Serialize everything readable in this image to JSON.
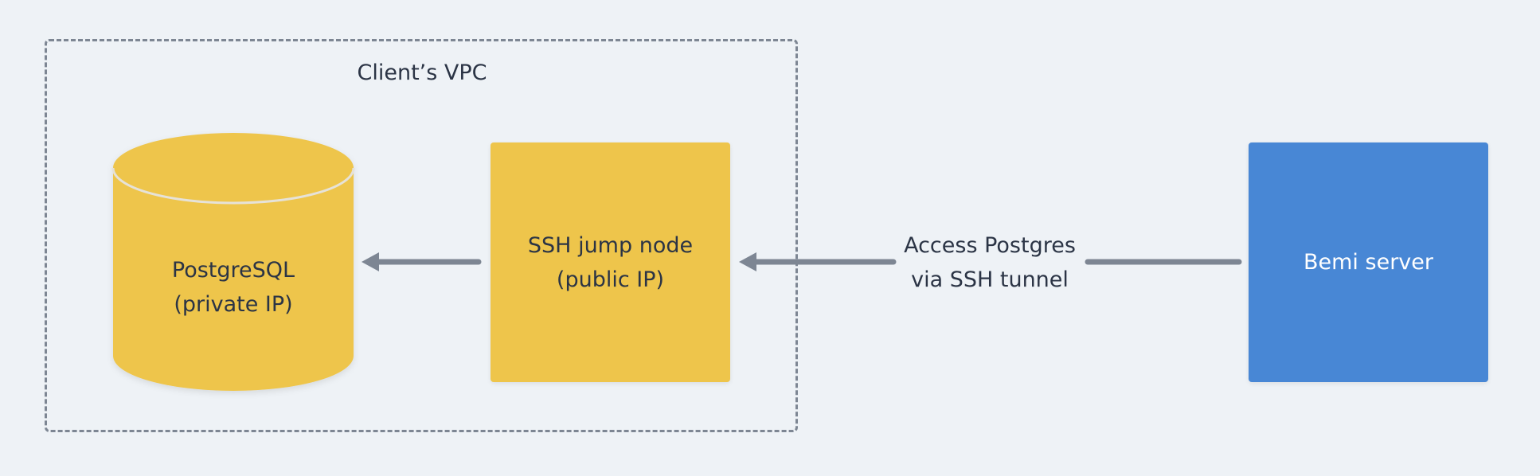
{
  "vpc": {
    "label": "Client’s VPC"
  },
  "nodes": {
    "postgres": {
      "line1": "PostgreSQL",
      "line2": "(private IP)"
    },
    "ssh_jump": {
      "line1": "SSH jump node",
      "line2": "(public IP)"
    },
    "bemi": {
      "label": "Bemi server"
    }
  },
  "edges": {
    "tunnel": {
      "line1": "Access Postgres",
      "line2": "via SSH tunnel"
    }
  },
  "colors": {
    "background": "#eef2f6",
    "yellow": "#eec54b",
    "blue": "#4887d5",
    "arrow": "#7d8693",
    "text": "#2b3445"
  }
}
